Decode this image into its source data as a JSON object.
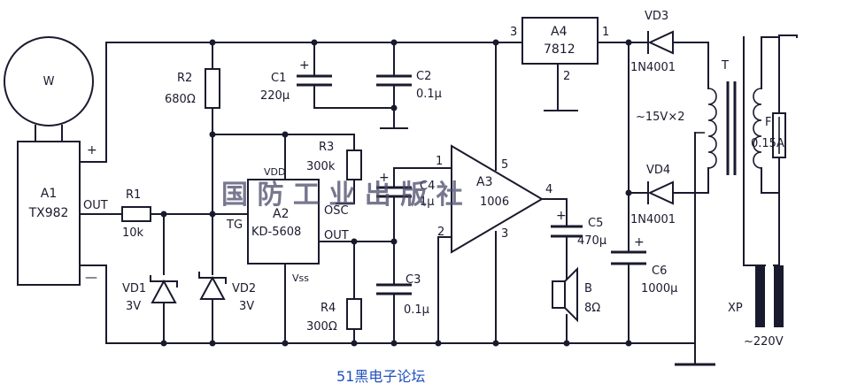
{
  "colors": {
    "ink": "#1a1a2e",
    "watermark": "#4a4a6a",
    "caption": "#1f4fbf"
  },
  "sensor": {
    "lamp_label": "W",
    "name": "A1",
    "model": "TX982",
    "out_label": "OUT",
    "plus": "+",
    "minus": "—"
  },
  "r1": {
    "name": "R1",
    "value": "10k"
  },
  "r2": {
    "name": "R2",
    "value": "680Ω"
  },
  "r3": {
    "name": "R3",
    "value": "300k"
  },
  "r4": {
    "name": "R4",
    "value": "300Ω"
  },
  "c1": {
    "name": "C1",
    "value": "220μ",
    "plus": "+"
  },
  "c2": {
    "name": "C2",
    "value": "0.1μ"
  },
  "c3": {
    "name": "C3",
    "value": "0.1μ"
  },
  "c4": {
    "name": "C4",
    "value": "1μ",
    "plus": "+"
  },
  "c5": {
    "name": "C5",
    "value": "470μ",
    "plus": "+"
  },
  "c6": {
    "name": "C6",
    "value": "1000μ",
    "plus": "+"
  },
  "vd1": {
    "name": "VD1",
    "value": "3V"
  },
  "vd2": {
    "name": "VD2",
    "value": "3V"
  },
  "vd3": {
    "name": "VD3",
    "model": "1N4001"
  },
  "vd4": {
    "name": "VD4",
    "model": "1N4001"
  },
  "a2": {
    "name": "A2",
    "model": "KD-5608",
    "vdd": "VDD",
    "tg": "TG",
    "osc": "OSC",
    "out": "OUT",
    "vss": "Vss"
  },
  "a3": {
    "name": "A3",
    "model": "1006",
    "pin1": "1",
    "pin2": "2",
    "pin3": "3",
    "pin4": "4",
    "pin5": "5"
  },
  "a4": {
    "name": "A4",
    "model": "7812",
    "pin1": "1",
    "pin2": "2",
    "pin3": "3"
  },
  "speaker": {
    "name": "B",
    "value": "8Ω"
  },
  "transformer": {
    "name": "T",
    "secondary": "~15V×2"
  },
  "fuse": {
    "name": "F",
    "value": "0.15A"
  },
  "plug": {
    "name": "XP",
    "voltage": "~220V"
  },
  "watermark": {
    "text": "国 防 工 业 出 版 社"
  },
  "caption": {
    "text": "51黑电子论坛"
  }
}
